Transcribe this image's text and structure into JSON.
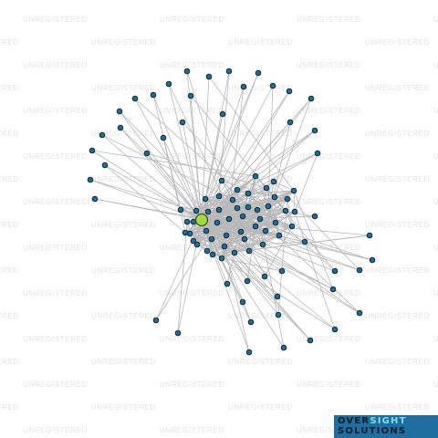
{
  "watermark": {
    "text": "UNREGISTERED"
  },
  "logo": {
    "line1_part1": "OVER",
    "line1_part2": "SIGHT",
    "line2": "SOLUTIONS"
  },
  "colors": {
    "background": "#ffffff",
    "node_fill": "#1f6d96",
    "hub_fill": "#a4d93f",
    "edge": "#b8b8b8",
    "logo_bg": "#1e6fa0",
    "logo_dark": "#0c1e2a",
    "logo_light": "#7fdbff"
  }
}
